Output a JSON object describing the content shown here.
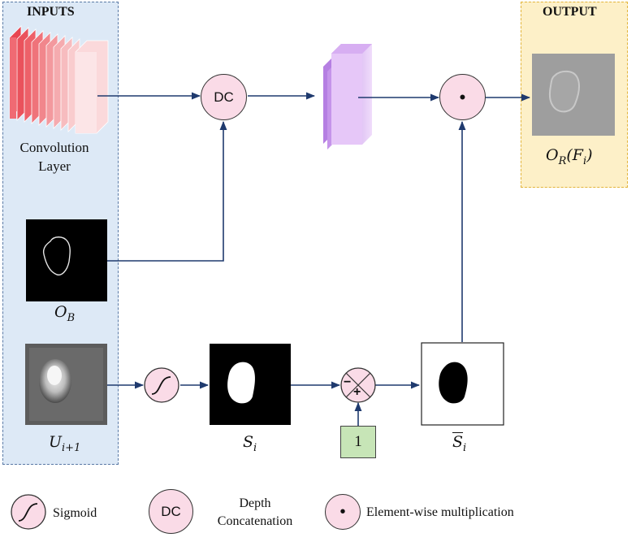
{
  "inputs_panel": {
    "title": "INPUTS"
  },
  "output_panel": {
    "title": "OUTPUT",
    "label": "O",
    "label_sub": "R",
    "label_arg": "(F",
    "label_arg_sub": "i",
    "label_close": ")"
  },
  "conv_layer": {
    "label_line1": "Convolution",
    "label_line2": "Layer"
  },
  "boundary": {
    "label": "O",
    "label_sub": "B"
  },
  "upsampled": {
    "label": "U",
    "label_sub": "i+1"
  },
  "sigmoid_map": {
    "label": "S",
    "label_sub": "i"
  },
  "reverse_map": {
    "label": "S",
    "label_sub": "i"
  },
  "nodes": {
    "dc": "DC",
    "multiply": "•",
    "minus": "−",
    "plus": "+"
  },
  "constant_one": "1",
  "legend": {
    "sigmoid": "Sigmoid",
    "dc_symbol": "DC",
    "dc_line1": "Depth",
    "dc_line2": "Concatenation",
    "multiply_symbol": "•",
    "multiply": "Element-wise multiplication"
  },
  "colors": {
    "inputs_bg": "#dde9f6",
    "output_bg": "#fdf0c8",
    "node_fill": "#fadbe7",
    "arrow": "#1f3a6e",
    "conv_red": "#ef5a64",
    "feature_purple": "#d3a6ee",
    "one_box": "#c7e5b7"
  }
}
